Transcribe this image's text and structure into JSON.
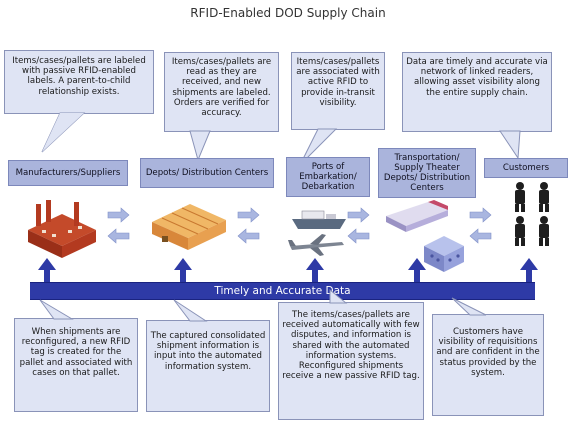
{
  "title": "RFID-Enabled DOD Supply Chain",
  "stages": {
    "manufacturers": "Manufacturers/Suppliers",
    "depots": "Depots/ Distribution Centers",
    "ports": "Ports of Embarkation/ Debarkation",
    "theater": "Transportation/ Supply Theater Depots/ Distribution Centers",
    "customers": "Customers"
  },
  "top_callouts": {
    "c1": "Items/cases/pallets are labeled with passive RFID-enabled labels. A parent-to-child relationship exists.",
    "c2": "Items/cases/pallets are read as they are received, and new shipments are labeled. Orders are verified for accuracy.",
    "c3": "Items/cases/pallets are associated with active RFID to provide in-transit visibility.",
    "c4": "Data are timely and accurate via network of linked readers, allowing asset visibility along the entire supply chain."
  },
  "banner": "Timely and Accurate Data",
  "bottom_callouts": {
    "b1": "When shipments are reconfigured, a new RFID tag is created for the pallet and associated with cases on that pallet.",
    "b2": "The captured consolidated shipment information is input into the automated information system.",
    "b3": "The items/cases/pallets are received automatically with few disputes, and information is shared with the automated information systems. Reconfigured shipments receive a new passive RFID tag.",
    "b4": "Customers have visibility of requisitions and are confident in the status provided by the system."
  },
  "colors": {
    "callout_fill": "#dfe4f4",
    "stage_fill": "#aab4dc",
    "banner_fill": "#2e3aa6",
    "arrow_fill": "#2e3aa6",
    "flow_arrow": "#a9b6e0"
  },
  "icons": [
    "factory-icon",
    "depot-building-icon",
    "ship-icon",
    "aircraft-icon",
    "truck-icon",
    "container-icon",
    "soldiers-icon"
  ]
}
